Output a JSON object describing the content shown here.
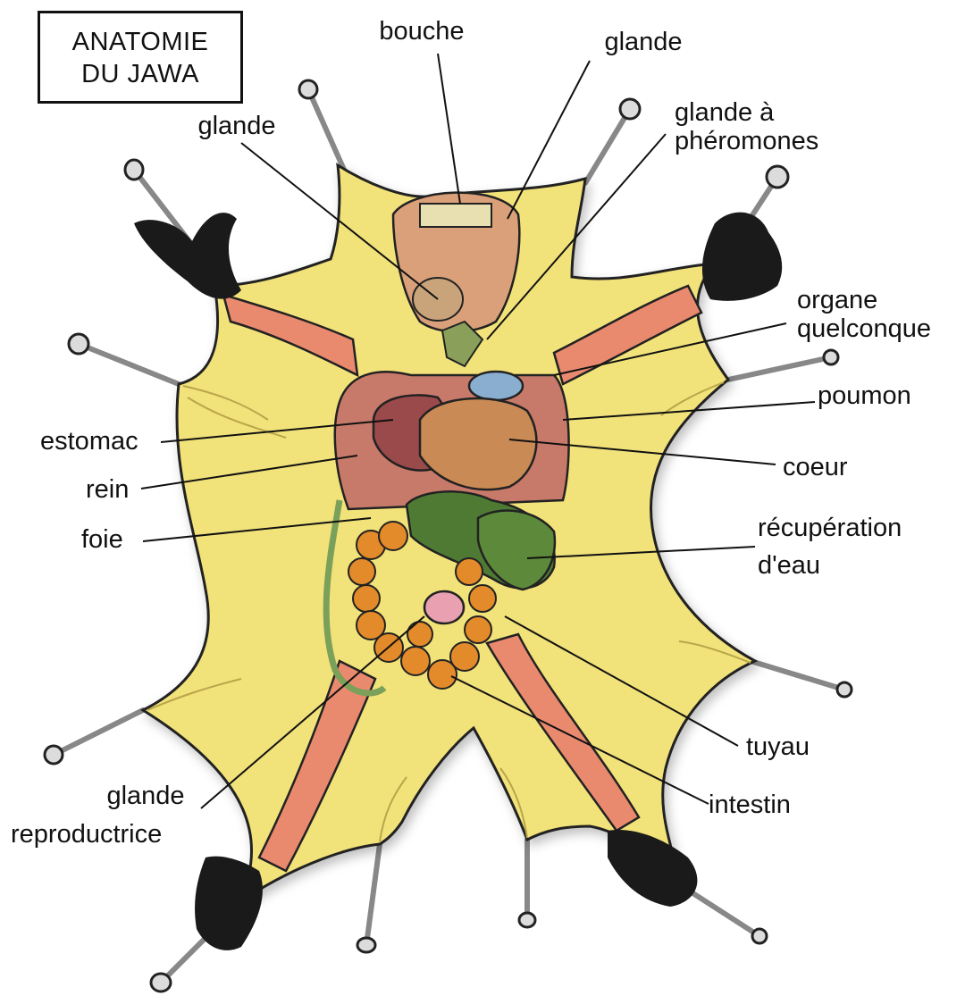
{
  "title": {
    "line1": "ANATOMIE",
    "line2": "DU JAWA"
  },
  "labels": {
    "bouche": "bouche",
    "glande_top": "glande",
    "glande_left": "glande",
    "glande_pheromones_1": "glande à",
    "glande_pheromones_2": "phéromones",
    "organe_1": "organe",
    "organe_2": "quelconque",
    "poumon": "poumon",
    "estomac": "estomac",
    "coeur": "coeur",
    "rein": "rein",
    "foie": "foie",
    "recuperation_1": "récupération",
    "recuperation_2": "d'eau",
    "tuyau": "tuyau",
    "intestin": "intestin",
    "glande_repro_1": "glande",
    "glande_repro_2": "reproductrice"
  },
  "colors": {
    "skin": "#f2e27a",
    "skin_shadow": "#d9c65a",
    "muscle": "#e98a6f",
    "glove": "#1a1a1a",
    "heart": "#c98a55",
    "stomach": "#9a4a4a",
    "liver": "#4f7a33",
    "intestine": "#e38a2a",
    "pin": "#cfcfcf"
  }
}
